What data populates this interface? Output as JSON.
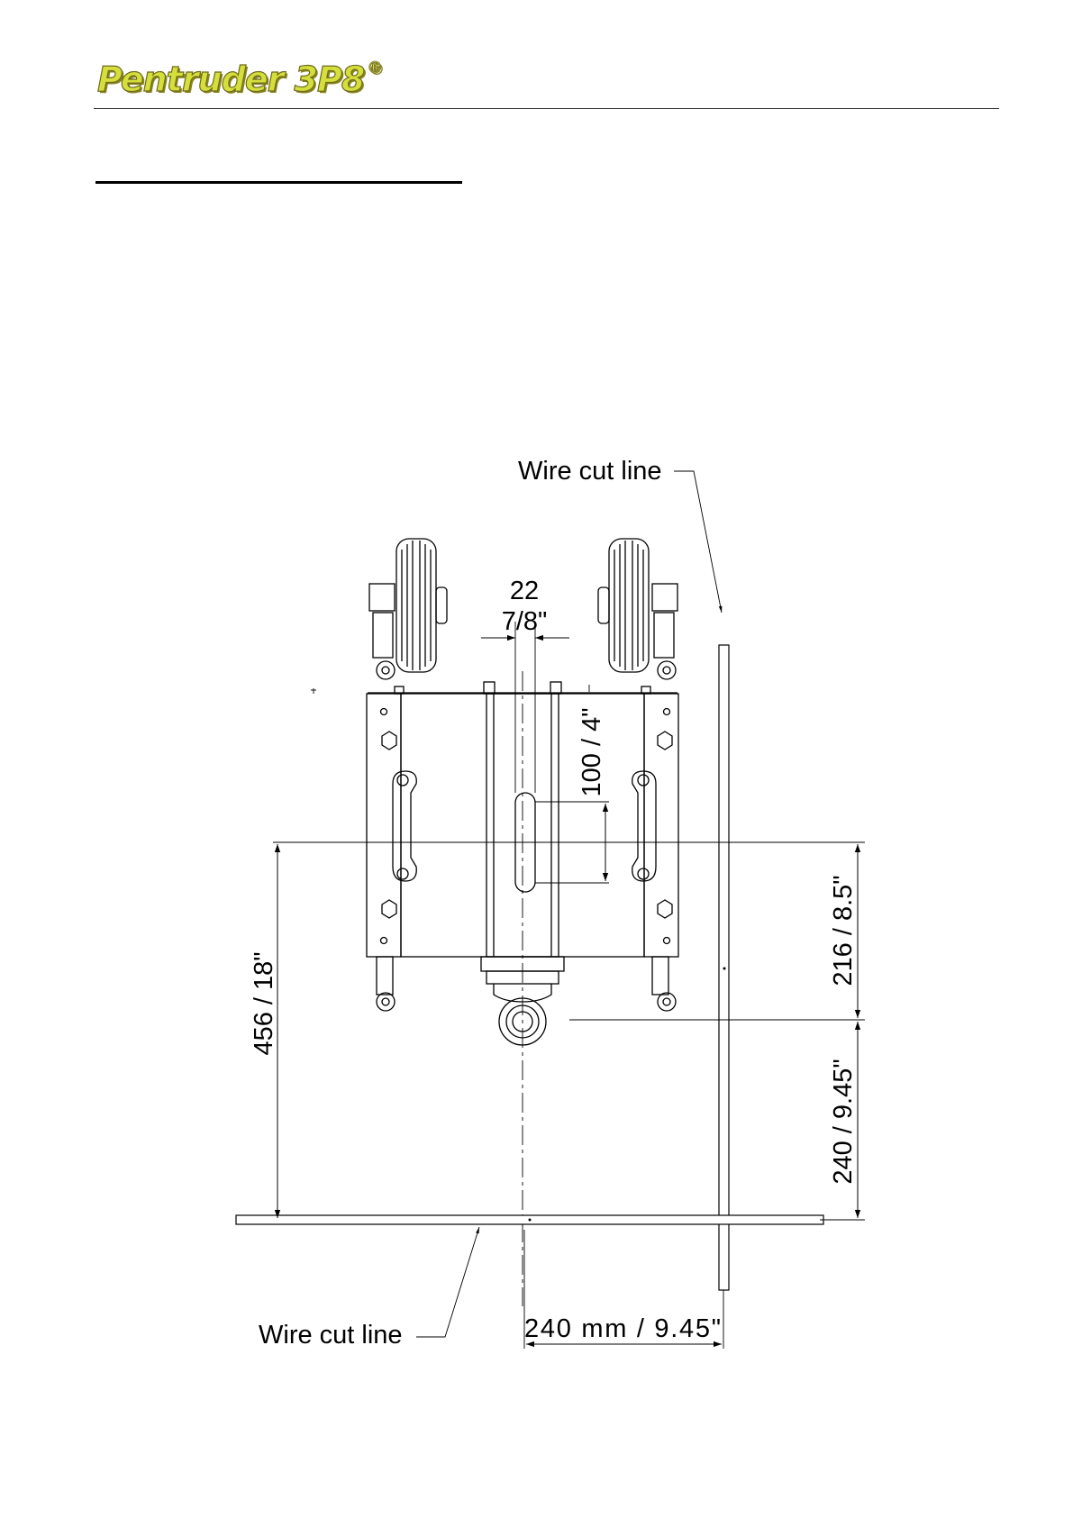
{
  "header": {
    "logo_text": "Pentruder 3P8",
    "registered_mark": "®"
  },
  "drawing": {
    "labels": {
      "wire_cut_top": "Wire cut line",
      "wire_cut_bottom": "Wire cut line",
      "dim_22_line1": "22",
      "dim_22_line2": "7/8\"",
      "dim_100": "100 / 4\"",
      "dim_216": "216 / 8.5\"",
      "dim_240_vertical": "240 / 9.45\"",
      "dim_456": "456 / 18\"",
      "dim_240_horizontal": "240 mm / 9.45\""
    }
  }
}
